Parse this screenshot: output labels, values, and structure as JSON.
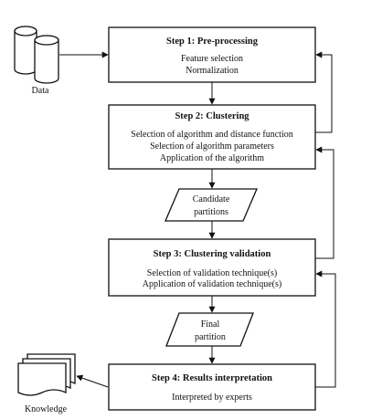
{
  "inputs": {
    "data_label": "Data"
  },
  "outputs": {
    "knowledge_label": "Knowledge"
  },
  "steps": [
    {
      "title": "Step 1: Pre-processing",
      "lines": [
        "Feature selection",
        "Normalization"
      ]
    },
    {
      "title": "Step 2: Clustering",
      "lines": [
        "Selection of algorithm and distance function",
        "Selection of algorithm parameters",
        "Application of the algorithm"
      ]
    },
    {
      "title": "Step 3: Clustering validation",
      "lines": [
        "Selection of validation technique(s)",
        "Application of validation technique(s)"
      ]
    },
    {
      "title": "Step 4: Results interpretation",
      "lines": [
        "Interpreted by experts"
      ]
    }
  ],
  "intermediates": [
    {
      "lines": [
        "Candidate",
        "partitions"
      ]
    },
    {
      "lines": [
        "Final",
        "partition"
      ]
    }
  ]
}
